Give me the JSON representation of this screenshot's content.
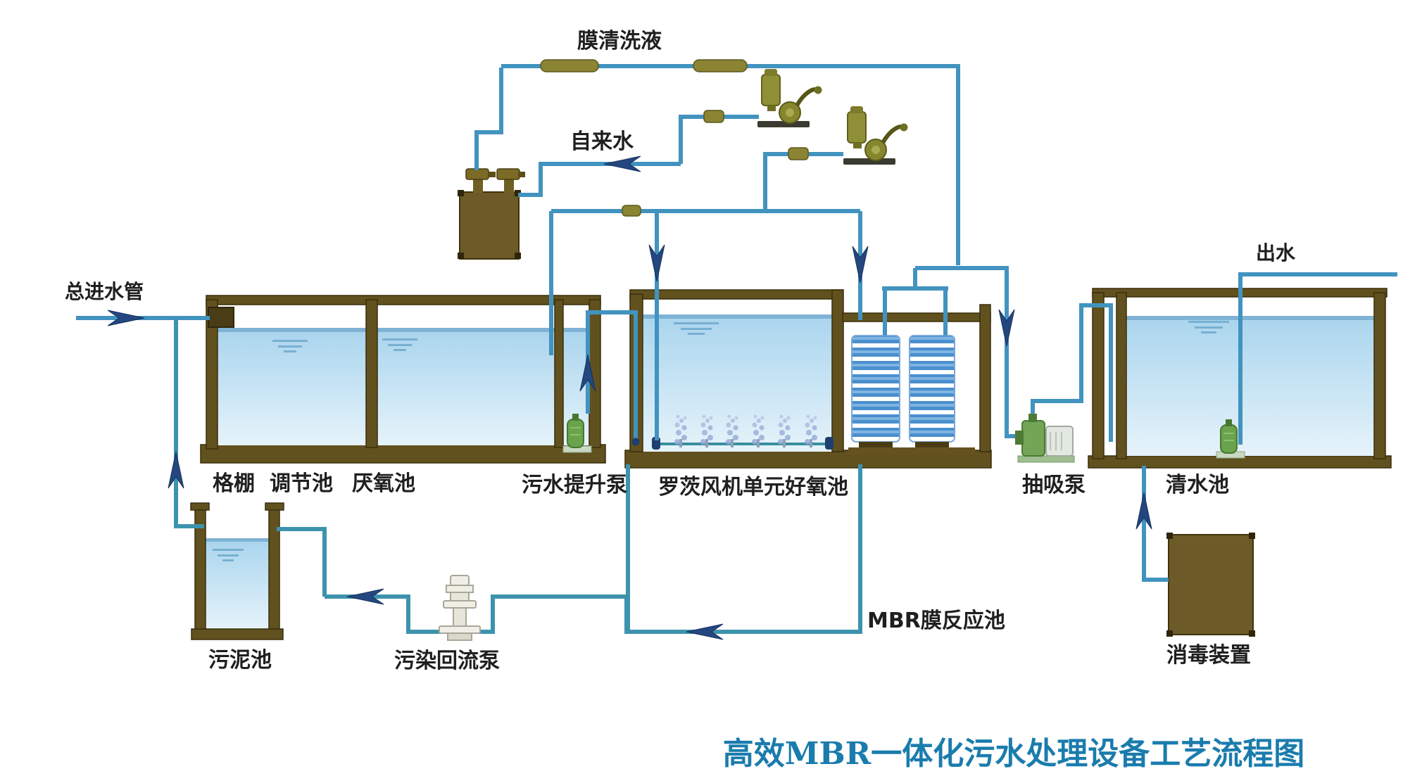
{
  "title": "高效MBR一体化污水处理设备工艺流程图",
  "labels": {
    "membrane_cleaning_liquid": "膜清洗液",
    "tap_water": "自来水",
    "main_inlet_pipe": "总进水管",
    "outlet_water": "出水",
    "grid_screen": "格棚",
    "regulating_tank": "调节池",
    "anaerobic_tank": "厌氧池",
    "sewage_lift_pump": "污水提升泵",
    "roots_blower_aerobic_tank": "罗茨风机单元好氧池",
    "mbr_membrane_tank": "MBR膜反应池",
    "suction_pump": "抽吸泵",
    "clean_water_tank": "清水池",
    "disinfection_device": "消毒装置",
    "sludge_tank": "污泥池",
    "sludge_return_pump": "污染回流泵"
  },
  "colors": {
    "pipe_blue": "#4293bf",
    "return_pipe_teal": "#3d93ad",
    "arrow_navy": "#24477f",
    "tank_frame_olive": "#61511f",
    "chemical_box_brown": "#6c5a28",
    "water_top": "#aad5ee",
    "water_bottom": "#e6f3fa",
    "water_surface": "#7fb2d4",
    "fitting_olive": "#8a8433",
    "membrane_blue": "#4a8fce",
    "title_blue": "#1a7cad",
    "label_text": "#1f1f1f",
    "background": "#ffffff"
  }
}
